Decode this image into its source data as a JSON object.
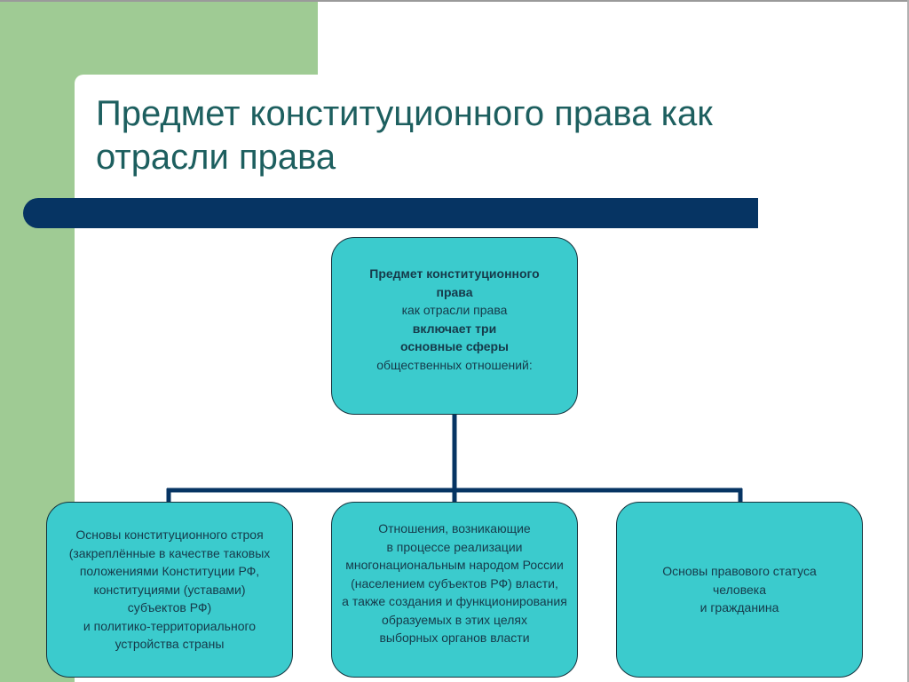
{
  "slide": {
    "title_line1": "Предмет конституционного права как",
    "title_line2": "отрасли права"
  },
  "diagram": {
    "top_box": {
      "lines": [
        {
          "text": "Предмет конституционного",
          "bold": true
        },
        {
          "text": "права",
          "bold": true
        },
        {
          "text": "как отрасли права",
          "bold": false
        },
        {
          "text": "включает три",
          "bold": true
        },
        {
          "text": "основные сферы",
          "bold": true
        },
        {
          "text": "общественных отношений:",
          "bold": false
        }
      ]
    },
    "left_box": {
      "lines": [
        "Основы конституционного строя",
        "(закреплённые в качестве таковых",
        "положениями Конституции РФ,",
        "конституциями (уставами)",
        "субъектов РФ)",
        "и политико-территориального",
        "устройства страны"
      ]
    },
    "middle_box": {
      "lines": [
        "Отношения, возникающие",
        "в процессе реализации",
        "многонациональным народом России",
        "(населением субъектов РФ) власти,",
        "а также создания и функционирования",
        "образуемых в этих целях",
        "выборных органов власти"
      ]
    },
    "right_box": {
      "lines": [
        "Основы правового статуса",
        "человека",
        "и гражданина"
      ]
    }
  },
  "colors": {
    "box_fill": "#3bcbcd",
    "title_text": "#1d5f5f",
    "title_bar": "#063463",
    "accent_green": "#9fcb94",
    "connector": "#063463"
  }
}
